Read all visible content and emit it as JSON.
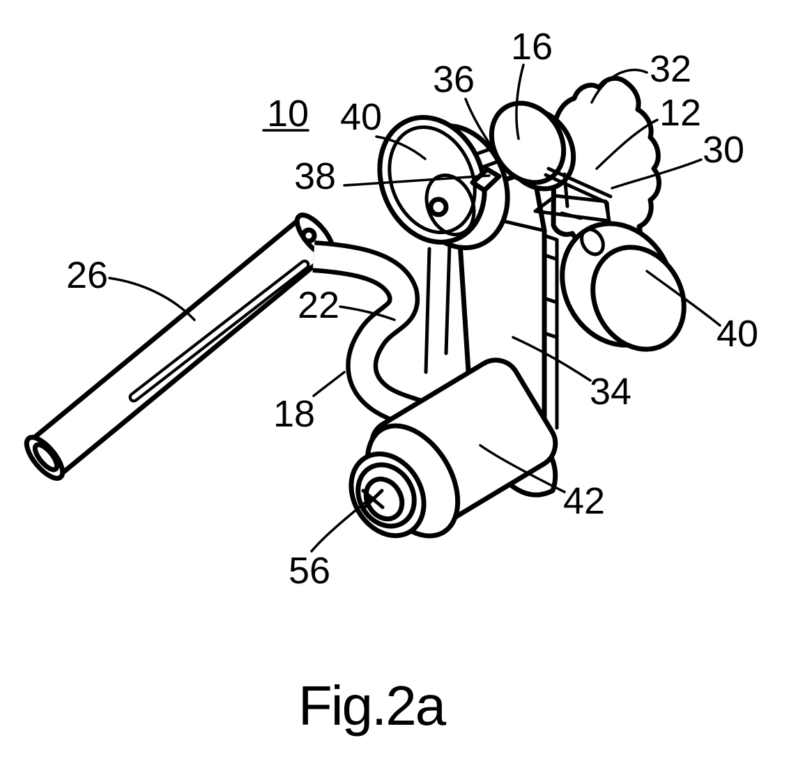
{
  "colors": {
    "ink": "#000000",
    "paper": "#ffffff"
  },
  "figure": {
    "caption": "Fig.2a"
  },
  "labels": [
    {
      "id": "10",
      "text": "10",
      "underlined": true
    },
    {
      "id": "40-upper-left",
      "text": "40"
    },
    {
      "id": "38",
      "text": "38"
    },
    {
      "id": "36",
      "text": "36"
    },
    {
      "id": "16",
      "text": "16"
    },
    {
      "id": "32",
      "text": "32"
    },
    {
      "id": "12",
      "text": "12"
    },
    {
      "id": "30",
      "text": "30"
    },
    {
      "id": "26",
      "text": "26"
    },
    {
      "id": "22",
      "text": "22"
    },
    {
      "id": "18",
      "text": "18"
    },
    {
      "id": "34",
      "text": "34"
    },
    {
      "id": "40-lower-right",
      "text": "40"
    },
    {
      "id": "42",
      "text": "42"
    },
    {
      "id": "56",
      "text": "56"
    }
  ]
}
